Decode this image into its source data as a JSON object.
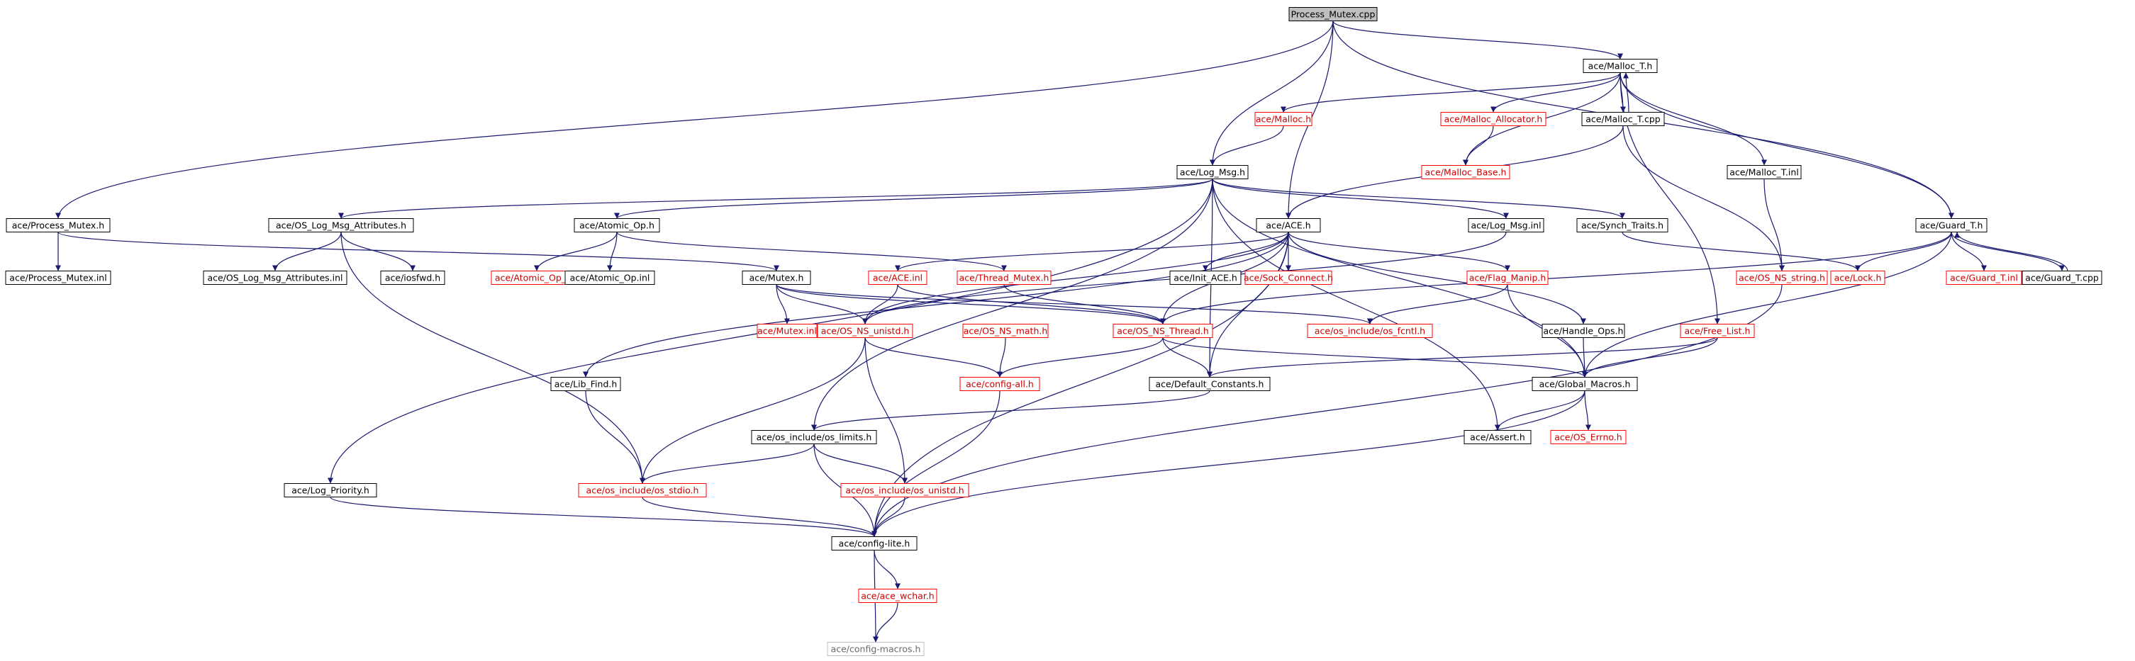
{
  "nodes": [
    {
      "id": "process_mutex_cpp",
      "label": "Process_Mutex.cpp",
      "style": "root"
    },
    {
      "id": "malloc_t_h",
      "label": "ace/Malloc_T.h",
      "style": "black"
    },
    {
      "id": "malloc_h",
      "label": "ace/Malloc.h",
      "style": "red"
    },
    {
      "id": "malloc_allocator_h",
      "label": "ace/Malloc_Allocator.h",
      "style": "red"
    },
    {
      "id": "malloc_t_cpp",
      "label": "ace/Malloc_T.cpp",
      "style": "black"
    },
    {
      "id": "malloc_base_h",
      "label": "ace/Malloc_Base.h",
      "style": "red"
    },
    {
      "id": "malloc_t_inl",
      "label": "ace/Malloc_T.inl",
      "style": "black"
    },
    {
      "id": "log_msg_h",
      "label": "ace/Log_Msg.h",
      "style": "black"
    },
    {
      "id": "process_mutex_h",
      "label": "ace/Process_Mutex.h",
      "style": "black"
    },
    {
      "id": "process_mutex_inl",
      "label": "ace/Process_Mutex.inl",
      "style": "black"
    },
    {
      "id": "os_log_msg_attributes_h",
      "label": "ace/OS_Log_Msg_Attributes.h",
      "style": "black"
    },
    {
      "id": "os_log_msg_attributes_inl",
      "label": "ace/OS_Log_Msg_Attributes.inl",
      "style": "black"
    },
    {
      "id": "iosfwd_h",
      "label": "ace/iosfwd.h",
      "style": "black"
    },
    {
      "id": "atomic_op_h",
      "label": "ace/Atomic_Op.h",
      "style": "black"
    },
    {
      "id": "atomic_op_t_h",
      "label": "ace/Atomic_Op_T.h",
      "style": "red"
    },
    {
      "id": "atomic_op_inl",
      "label": "ace/Atomic_Op.inl",
      "style": "black"
    },
    {
      "id": "ace_h",
      "label": "ace/ACE.h",
      "style": "black"
    },
    {
      "id": "log_msg_inl",
      "label": "ace/Log_Msg.inl",
      "style": "black"
    },
    {
      "id": "synch_traits_h",
      "label": "ace/Synch_Traits.h",
      "style": "black"
    },
    {
      "id": "guard_t_h",
      "label": "ace/Guard_T.h",
      "style": "black"
    },
    {
      "id": "mutex_h",
      "label": "ace/Mutex.h",
      "style": "black"
    },
    {
      "id": "ace_inl",
      "label": "ace/ACE.inl",
      "style": "red"
    },
    {
      "id": "thread_mutex_h",
      "label": "ace/Thread_Mutex.h",
      "style": "red"
    },
    {
      "id": "init_ace_h",
      "label": "ace/Init_ACE.h",
      "style": "black"
    },
    {
      "id": "sock_connect_h",
      "label": "ace/Sock_Connect.h",
      "style": "red"
    },
    {
      "id": "flag_manip_h",
      "label": "ace/Flag_Manip.h",
      "style": "red"
    },
    {
      "id": "os_ns_string_h",
      "label": "ace/OS_NS_string.h",
      "style": "red"
    },
    {
      "id": "lock_h",
      "label": "ace/Lock.h",
      "style": "red"
    },
    {
      "id": "guard_t_inl",
      "label": "ace/Guard_T.inl",
      "style": "red"
    },
    {
      "id": "guard_t_cpp",
      "label": "ace/Guard_T.cpp",
      "style": "black"
    },
    {
      "id": "mutex_inl",
      "label": "ace/Mutex.inl",
      "style": "red"
    },
    {
      "id": "os_ns_unistd_h",
      "label": "ace/OS_NS_unistd.h",
      "style": "red"
    },
    {
      "id": "os_ns_math_h",
      "label": "ace/OS_NS_math.h",
      "style": "red"
    },
    {
      "id": "os_ns_thread_h",
      "label": "ace/OS_NS_Thread.h",
      "style": "red"
    },
    {
      "id": "os_include_os_fcntl_h",
      "label": "ace/os_include/os_fcntl.h",
      "style": "red"
    },
    {
      "id": "handle_ops_h",
      "label": "ace/Handle_Ops.h",
      "style": "black"
    },
    {
      "id": "free_list_h",
      "label": "ace/Free_List.h",
      "style": "red"
    },
    {
      "id": "lib_find_h",
      "label": "ace/Lib_Find.h",
      "style": "black"
    },
    {
      "id": "config_all_h",
      "label": "ace/config-all.h",
      "style": "red"
    },
    {
      "id": "default_constants_h",
      "label": "ace/Default_Constants.h",
      "style": "black"
    },
    {
      "id": "global_macros_h",
      "label": "ace/Global_Macros.h",
      "style": "black"
    },
    {
      "id": "os_include_os_limits_h",
      "label": "ace/os_include/os_limits.h",
      "style": "black"
    },
    {
      "id": "assert_h",
      "label": "ace/Assert.h",
      "style": "black"
    },
    {
      "id": "os_errno_h",
      "label": "ace/OS_Errno.h",
      "style": "red"
    },
    {
      "id": "log_priority_h",
      "label": "ace/Log_Priority.h",
      "style": "black"
    },
    {
      "id": "os_include_os_stdio_h",
      "label": "ace/os_include/os_stdio.h",
      "style": "red"
    },
    {
      "id": "os_include_os_unistd_h",
      "label": "ace/os_include/os_unistd.h",
      "style": "red"
    },
    {
      "id": "config_lite_h",
      "label": "ace/config-lite.h",
      "style": "black"
    },
    {
      "id": "ace_wchar_h",
      "label": "ace/ace_wchar.h",
      "style": "red"
    },
    {
      "id": "config_macros_h",
      "label": "ace/config-macros.h",
      "style": "grey"
    }
  ],
  "edges": [
    [
      "process_mutex_cpp",
      "process_mutex_h"
    ],
    [
      "process_mutex_cpp",
      "log_msg_h"
    ],
    [
      "process_mutex_cpp",
      "ace_h"
    ],
    [
      "process_mutex_cpp",
      "malloc_t_h"
    ],
    [
      "process_mutex_cpp",
      "guard_t_h"
    ],
    [
      "malloc_t_h",
      "malloc_h"
    ],
    [
      "malloc_t_h",
      "malloc_allocator_h"
    ],
    [
      "malloc_t_h",
      "malloc_base_h"
    ],
    [
      "malloc_t_h",
      "malloc_t_cpp"
    ],
    [
      "malloc_t_cpp",
      "malloc_t_h"
    ],
    [
      "malloc_t_h",
      "malloc_t_inl"
    ],
    [
      "malloc_t_h",
      "free_list_h"
    ],
    [
      "malloc_t_h",
      "guard_t_h"
    ],
    [
      "malloc_h",
      "log_msg_h"
    ],
    [
      "malloc_allocator_h",
      "malloc_base_h"
    ],
    [
      "malloc_t_cpp",
      "ace_h"
    ],
    [
      "malloc_t_cpp",
      "os_ns_string_h"
    ],
    [
      "malloc_t_inl",
      "os_ns_string_h"
    ],
    [
      "log_msg_h",
      "os_log_msg_attributes_h"
    ],
    [
      "log_msg_h",
      "atomic_op_h"
    ],
    [
      "log_msg_h",
      "log_msg_inl"
    ],
    [
      "log_msg_h",
      "synch_traits_h"
    ],
    [
      "log_msg_h",
      "log_priority_h"
    ],
    [
      "log_msg_h",
      "os_include_os_limits_h"
    ],
    [
      "log_msg_h",
      "default_constants_h"
    ],
    [
      "log_msg_h",
      "global_macros_h"
    ],
    [
      "log_msg_h",
      "assert_h"
    ],
    [
      "process_mutex_h",
      "process_mutex_inl"
    ],
    [
      "process_mutex_h",
      "mutex_h"
    ],
    [
      "os_log_msg_attributes_h",
      "os_log_msg_attributes_inl"
    ],
    [
      "os_log_msg_attributes_h",
      "iosfwd_h"
    ],
    [
      "os_log_msg_attributes_h",
      "os_include_os_stdio_h"
    ],
    [
      "atomic_op_h",
      "atomic_op_t_h"
    ],
    [
      "atomic_op_h",
      "atomic_op_inl"
    ],
    [
      "atomic_op_h",
      "thread_mutex_h"
    ],
    [
      "ace_h",
      "ace_inl"
    ],
    [
      "ace_h",
      "init_ace_h"
    ],
    [
      "ace_h",
      "sock_connect_h"
    ],
    [
      "ace_h",
      "flag_manip_h"
    ],
    [
      "ace_h",
      "lib_find_h"
    ],
    [
      "ace_h",
      "handle_ops_h"
    ],
    [
      "ace_h",
      "os_ns_unistd_h"
    ],
    [
      "ace_h",
      "os_ns_thread_h"
    ],
    [
      "ace_h",
      "default_constants_h"
    ],
    [
      "ace_h",
      "config_lite_h"
    ],
    [
      "log_msg_inl",
      "os_ns_unistd_h"
    ],
    [
      "synch_traits_h",
      "lock_h"
    ],
    [
      "guard_t_h",
      "lock_h"
    ],
    [
      "guard_t_h",
      "guard_t_inl"
    ],
    [
      "guard_t_h",
      "guard_t_cpp"
    ],
    [
      "guard_t_cpp",
      "guard_t_h"
    ],
    [
      "guard_t_h",
      "global_macros_h"
    ],
    [
      "guard_t_h",
      "os_ns_thread_h"
    ],
    [
      "mutex_h",
      "mutex_inl"
    ],
    [
      "mutex_h",
      "os_ns_unistd_h"
    ],
    [
      "mutex_h",
      "os_ns_thread_h"
    ],
    [
      "mutex_h",
      "os_include_os_fcntl_h"
    ],
    [
      "ace_inl",
      "os_ns_unistd_h"
    ],
    [
      "ace_inl",
      "os_ns_thread_h"
    ],
    [
      "thread_mutex_h",
      "os_ns_thread_h"
    ],
    [
      "flag_manip_h",
      "os_include_os_fcntl_h"
    ],
    [
      "flag_manip_h",
      "global_macros_h"
    ],
    [
      "handle_ops_h",
      "global_macros_h"
    ],
    [
      "free_list_h",
      "global_macros_h"
    ],
    [
      "free_list_h",
      "default_constants_h"
    ],
    [
      "os_ns_string_h",
      "config_lite_h"
    ],
    [
      "os_ns_unistd_h",
      "config_all_h"
    ],
    [
      "os_ns_unistd_h",
      "os_include_os_stdio_h"
    ],
    [
      "os_ns_unistd_h",
      "os_include_os_unistd_h"
    ],
    [
      "os_ns_math_h",
      "config_all_h"
    ],
    [
      "os_ns_thread_h",
      "config_all_h"
    ],
    [
      "os_ns_thread_h",
      "default_constants_h"
    ],
    [
      "os_ns_thread_h",
      "global_macros_h"
    ],
    [
      "lib_find_h",
      "os_include_os_stdio_h"
    ],
    [
      "config_all_h",
      "config_lite_h"
    ],
    [
      "default_constants_h",
      "os_include_os_limits_h"
    ],
    [
      "global_macros_h",
      "assert_h"
    ],
    [
      "global_macros_h",
      "os_errno_h"
    ],
    [
      "global_macros_h",
      "config_lite_h"
    ],
    [
      "os_include_os_limits_h",
      "os_include_os_stdio_h"
    ],
    [
      "os_include_os_limits_h",
      "os_include_os_unistd_h"
    ],
    [
      "os_include_os_limits_h",
      "config_lite_h"
    ],
    [
      "log_priority_h",
      "config_lite_h"
    ],
    [
      "os_include_os_stdio_h",
      "config_lite_h"
    ],
    [
      "os_include_os_unistd_h",
      "config_lite_h"
    ],
    [
      "config_lite_h",
      "ace_wchar_h"
    ],
    [
      "config_lite_h",
      "config_macros_h"
    ],
    [
      "ace_wchar_h",
      "config_macros_h"
    ]
  ],
  "colors": {
    "edge": "#191970",
    "black_border": "#000000",
    "red_border": "#ff0000",
    "grey_border": "#bfbfbf",
    "root_fill": "#bfbfbf",
    "node_fill": "#ffffff",
    "red_text": "#cc0000",
    "grey_text": "#6a6a6a"
  }
}
